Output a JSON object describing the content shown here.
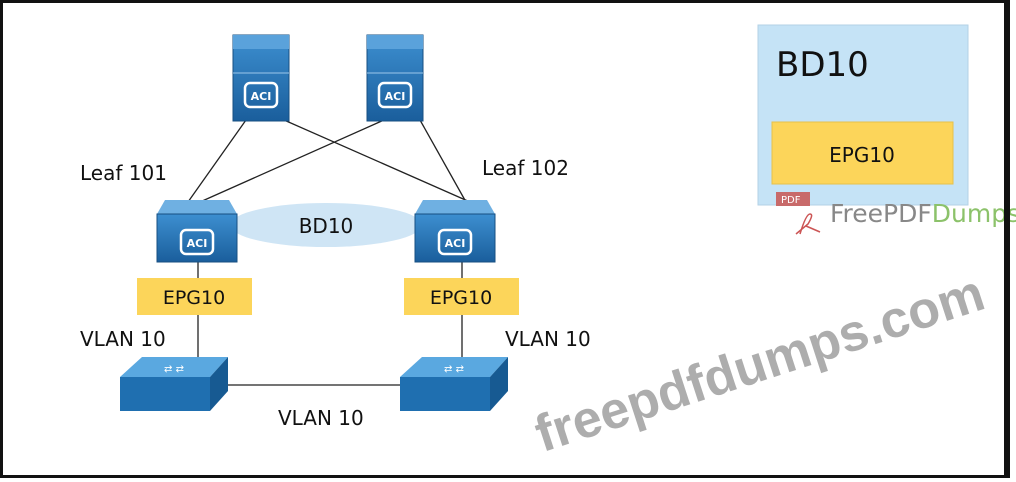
{
  "diagram": {
    "leaf_labels": [
      "Leaf 101",
      "Leaf 102"
    ],
    "bd_label": "BD10",
    "epg_labels": [
      "EPG10",
      "EPG10"
    ],
    "vlan_labels": [
      "VLAN 10",
      "VLAN 10",
      "VLAN 10"
    ],
    "legend": {
      "bd_title": "BD10",
      "epg_label": "EPG10"
    },
    "watermark": "freepdfdumps.com",
    "logo": {
      "part1": "FreePDF",
      "part2": "Dumps"
    },
    "colors": {
      "switch_blue": "#1f6fb0",
      "epg_yellow": "#fcd55a",
      "bd_blue": "#c9e4f6"
    }
  }
}
